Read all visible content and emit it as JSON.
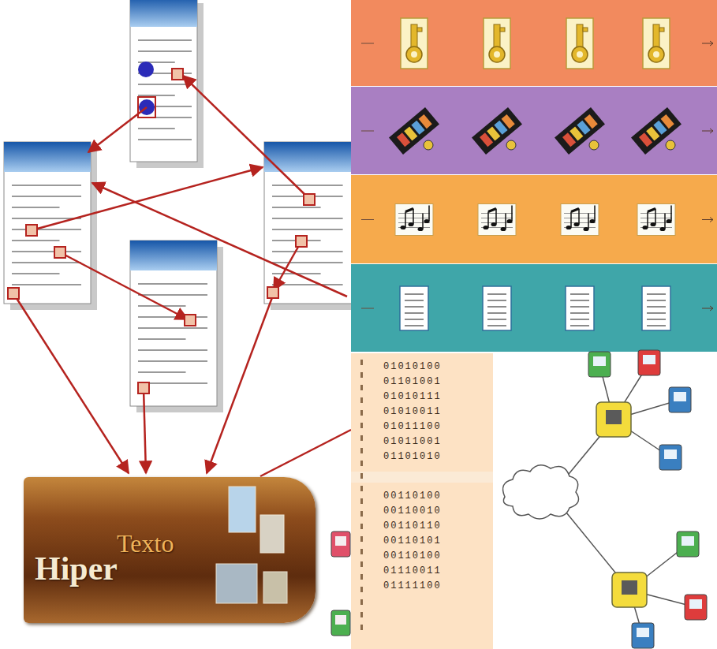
{
  "diagram": {
    "nodes": [
      {
        "text": [
          "Hiper",
          "Texto"
        ]
      }
    ],
    "labels": [
      "01010100",
      "01101001",
      "01010111",
      "01010011",
      "01011100",
      "01011001",
      "01101010",
      "00110100",
      "00110010",
      "00110110",
      "00110101",
      "00110100",
      "01110011",
      "01111100"
    ]
  }
}
